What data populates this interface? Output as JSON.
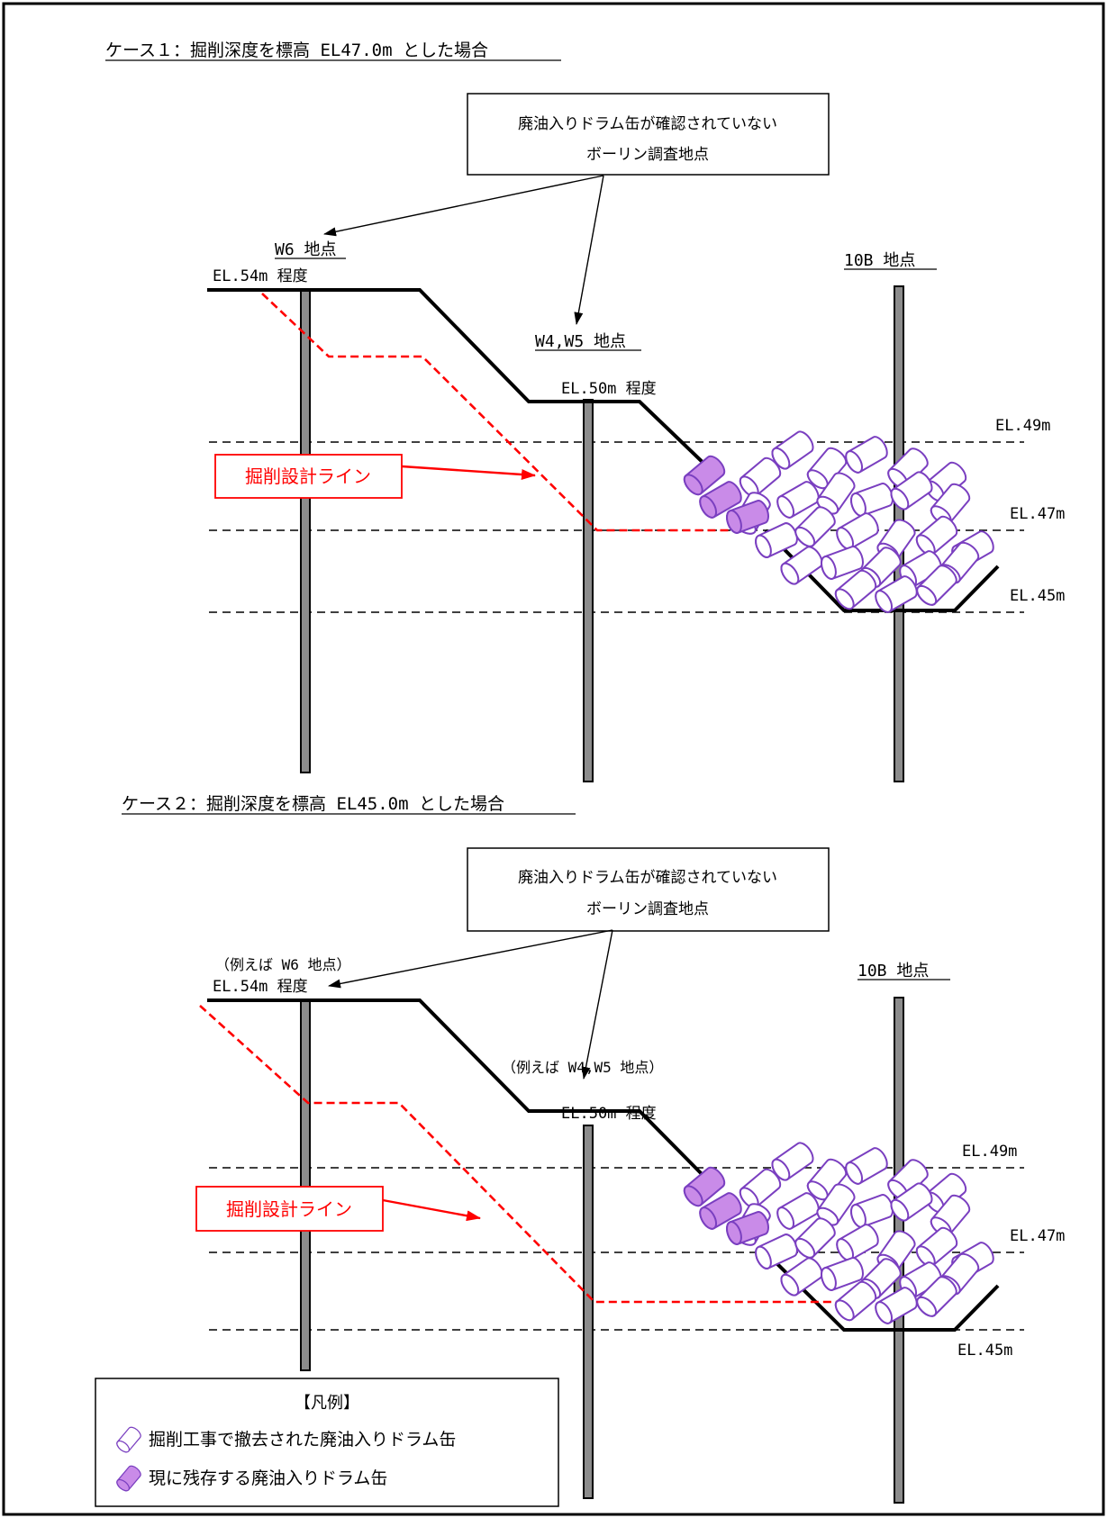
{
  "case1": {
    "title": "ケース１：掘削深度を標高 EL47.0m とした場合",
    "callout": {
      "line1": "廃油入りドラム缶が確認されていない",
      "line2": "ボーリン調査地点"
    },
    "label_w6": "W6 地点",
    "label_el54": "EL.54m 程度",
    "label_w4w5": "W4,W5 地点",
    "label_el50": "EL.50m 程度",
    "label_10b": "10B 地点",
    "design_line_label": "掘削設計ライン",
    "el49": "EL.49m",
    "el47": "EL.47m",
    "el45": "EL.45m"
  },
  "case2": {
    "title": "ケース２：掘削深度を標高 EL45.0m とした場合",
    "callout": {
      "line1": "廃油入りドラム缶が確認されていない",
      "line2": "ボーリン調査地点"
    },
    "label_w6_example": "（例えば W6 地点）",
    "label_el54": "EL.54m 程度",
    "label_w4w5_example": "（例えば W4,W5 地点）",
    "label_el50": "EL.50m 程度",
    "label_10b": "10B 地点",
    "design_line_label": "掘削設計ライン",
    "el49": "EL.49m",
    "el47": "EL.47m",
    "el45": "EL.45m"
  },
  "legend": {
    "title": "【凡例】",
    "removed": "掘削工事で撤去された廃油入りドラム缶",
    "remaining": "現に残存する廃油入りドラム缶"
  },
  "colors": {
    "red": "#ff0000",
    "drum_stroke": "#7a3fc0",
    "drum_fill_remaining": "#c98be8",
    "pole_fill": "#8c8c8c"
  }
}
